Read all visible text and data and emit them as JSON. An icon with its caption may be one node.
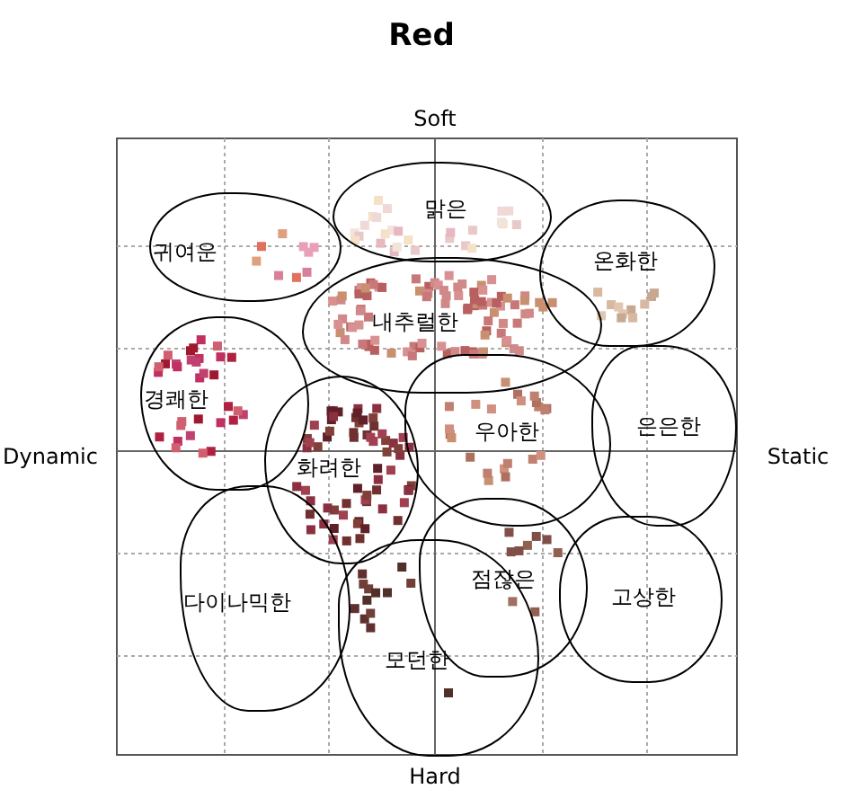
{
  "diagram": {
    "title": "Red",
    "nodes": [
      {
        "text": [
          "맑은"
        ]
      },
      {
        "text": [
          "귀여운"
        ]
      },
      {
        "text": [
          "온화한"
        ]
      },
      {
        "text": [
          "내추럴한"
        ]
      },
      {
        "text": [
          "경쾌한"
        ]
      },
      {
        "text": [
          "은은한"
        ]
      },
      {
        "text": [
          "우아한"
        ]
      },
      {
        "text": [
          "화려한"
        ]
      },
      {
        "text": [
          "다이나믹한"
        ]
      },
      {
        "text": [
          "점잖은"
        ]
      },
      {
        "text": [
          "고상한"
        ]
      },
      {
        "text": [
          "모던한"
        ]
      }
    ],
    "labels": [
      "Soft",
      "Dynamic",
      "Static",
      "Hard"
    ]
  }
}
